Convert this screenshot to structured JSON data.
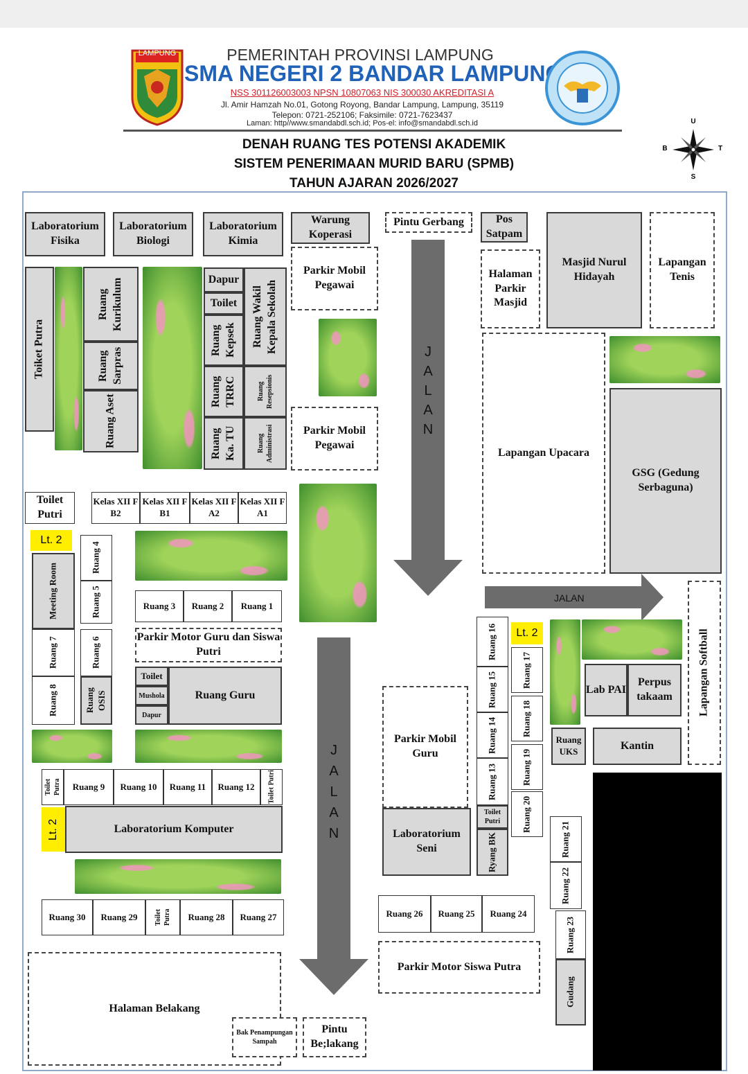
{
  "header": {
    "logo_left_text": "LAMPUNG",
    "gov": "PEMERINTAH PROVINSI LAMPUNG",
    "school": "SMA NEGERI 2 BANDAR LAMPUNG",
    "ids": "NSS 301126003003   NPSN 10807063   NIS 300030   AKREDITASI A",
    "address": "Jl. Amir Hamzah No.01, Gotong Royong, Bandar Lampung, Lampung, 35119",
    "phone": "Telepon: 0721-252106; Faksimile: 0721-7623437",
    "web": "Laman: http//www.smandabdl.sch.id; Pos-el: info@smandabdl.sch.id"
  },
  "title": {
    "line1": "DENAH RUANG TES POTENSI AKADEMIK",
    "line2": "SISTEM PENERIMAAN MURID BARU (SPMB)",
    "line3": "TAHUN AJARAN 2026/2027"
  },
  "compass": {
    "n": "U",
    "s": "S",
    "w": "B",
    "e": "T"
  },
  "colors": {
    "room": "#d9d9d9",
    "arrow": "#6c6c6c",
    "level_tag": "#ffee00",
    "frame": "#8fa9c9"
  },
  "labels": {
    "lab_fisika": "Laboratorium Fisika",
    "lab_biologi": "Laboratorium Biologi",
    "lab_kimia": "Laboratorium Kimia",
    "warung": "Warung Koperasi",
    "pintu_gerbang": "Pintu Gerbang",
    "pos_satpam": "Pos Satpam",
    "halaman_masjid": "Halaman Parkir Masjid",
    "masjid": "Masjid Nurul Hidayah",
    "tenis": "Lapangan Tenis",
    "toilet_putra_v": "Toiket Putra",
    "kurikulum": "Ruang Kurikulum",
    "sarpras": "Ruang Sarpras",
    "aset": "Ruang Aset",
    "dapur": "Dapur",
    "toilet": "Toilet",
    "kepsek": "Ruang Kepsek",
    "wakil": "Ruang Wakil Kepala Sekolah",
    "trrc": "Ruang TRRC",
    "resepsionis": "Ruang Resepsionis",
    "tu": "Ruang Ka. TU",
    "administrasi": "Ruang Administrasi",
    "parkir_pegawai_1": "Parkir Mobil Pegawai",
    "parkir_pegawai_2": "Parkir Mobil Pegawai",
    "lapangan_upacara": "Lapangan Upacara",
    "gsg": "GSG (Gedung Serbaguna)",
    "toilet_putri": "Toilet Putri",
    "xii_f_b2": "Kelas XII F B2",
    "xii_f_b1": "Kelas XII F B1",
    "xii_f_a2": "Kelas XII F A2",
    "xii_f_a1": "Kelas XII F A1",
    "lt2": "Lt. 2",
    "meeting": "Meeting Room",
    "r4": "Ruang 4",
    "r5": "Ruang 5",
    "r6": "Ruang 6",
    "r7": "Ruang 7",
    "r8": "Ruang 8",
    "osis": "Ruang OSIS",
    "r3": "Ruang 3",
    "r2": "Ruang 2",
    "r1": "Ruang 1",
    "parkir_motor_putri": "Parkir Motor Guru dan Siswa Putri",
    "mushola": "Mushola",
    "ruang_guru": "Ruang Guru",
    "toilet_putra_s": "Toilet Putra",
    "toilet_putri_s": "Toilet Putri",
    "r9": "Ruang 9",
    "r10": "Ruang 10",
    "r11": "Ruang 11",
    "r12": "Ruang 12",
    "lab_komputer": "Laboratorium Komputer",
    "r30": "Ruang 30",
    "r29": "Ruang 29",
    "r28": "Ruang 28",
    "r27": "Ruang 27",
    "halaman_belakang": "Halaman Belakang",
    "bak_sampah": "Bak Penampungan Sampah",
    "pintu_belakang": "Pintu Be;lakang",
    "jalan_h": "JALAN",
    "jalan_v": "JALAN",
    "lapangan_softball": "Lapangan Softball",
    "r16": "Ruang 16",
    "r15": "Ruang 15",
    "r14": "Ruang 14",
    "r13": "Ruang 13",
    "r17": "Ruang 17",
    "r18": "Ruang 18",
    "r19": "Ruang 19",
    "r20": "Ruang 20",
    "toilet_putri_bk": "Toilet Putri",
    "bk": "Ryang BK",
    "lab_pai": "Lab PAI",
    "perpus": "Perpus takaam",
    "uks": "Ruang UKS",
    "kantin": "Kantin",
    "parkir_mobil_guru": "Parkir Mobil Guru",
    "lab_seni": "Laboratorium Seni",
    "r26": "Ruang 26",
    "r25": "Ruang 25",
    "r24": "Ruang 24",
    "r21": "Ruang 21",
    "r22": "Ruang 22",
    "r23": "Ruang 23",
    "gudang": "Gudang",
    "parkir_motor_putra": "Parkir Motor Siswa Putra"
  }
}
